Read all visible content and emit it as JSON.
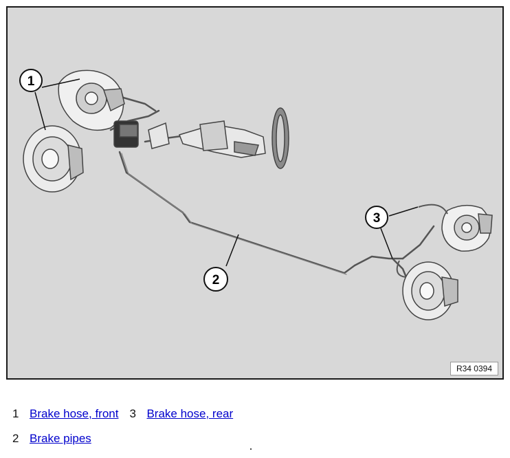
{
  "figure": {
    "code": "R34 0394",
    "callouts": [
      "1",
      "2",
      "3"
    ]
  },
  "legend": [
    {
      "number": "1",
      "label": "Brake hose, front"
    },
    {
      "number": "3",
      "label": "Brake hose, rear"
    },
    {
      "number": "2",
      "label": "Brake pipes"
    }
  ],
  "colors": {
    "figure_background": "#d8d8d8",
    "line_art": "#555555",
    "link": "#0000cc"
  }
}
